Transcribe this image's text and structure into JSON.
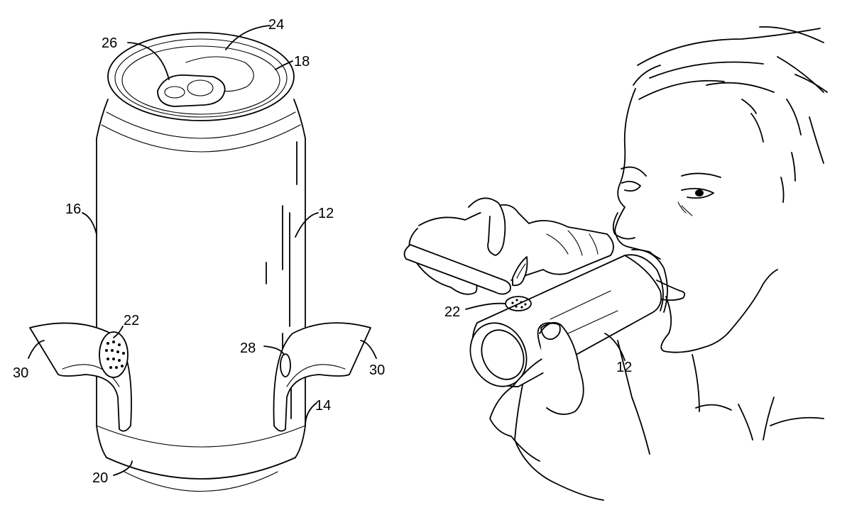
{
  "figure": {
    "reference_numerals": {
      "r26": "26",
      "r24": "24",
      "r18": "18",
      "r16": "16",
      "r12_left": "12",
      "r22_left": "22",
      "r30_left": "30",
      "r30_right": "30",
      "r28": "28",
      "r14": "14",
      "r20": "20",
      "r22_right": "22",
      "r12_right": "12"
    }
  }
}
